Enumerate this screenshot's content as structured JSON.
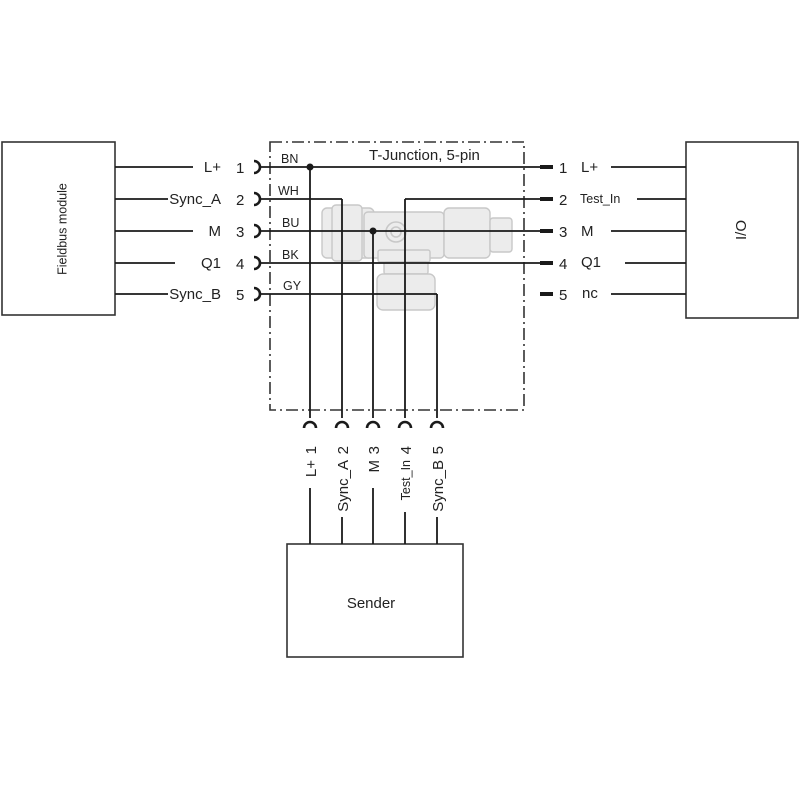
{
  "diagram": {
    "title": "T-Junction, 5-pin",
    "fieldbus_module": {
      "label": "Fieldbus module",
      "signals": [
        {
          "pin": "1",
          "signal": "L+",
          "wire_color": "BN"
        },
        {
          "pin": "2",
          "signal": "Sync_A",
          "wire_color": "WH"
        },
        {
          "pin": "3",
          "signal": "M",
          "wire_color": "BU"
        },
        {
          "pin": "4",
          "signal": "Q1",
          "wire_color": "BK"
        },
        {
          "pin": "5",
          "signal": "Sync_B",
          "wire_color": "GY"
        }
      ]
    },
    "io_device": {
      "label": "I/O",
      "signals": [
        {
          "pin": "1",
          "signal": "L+"
        },
        {
          "pin": "2",
          "signal": "Test_In"
        },
        {
          "pin": "3",
          "signal": "M"
        },
        {
          "pin": "4",
          "signal": "Q1"
        },
        {
          "pin": "5",
          "signal": "nc"
        }
      ]
    },
    "sender": {
      "label": "Sender",
      "signals": [
        {
          "pin": "1",
          "signal": "L+"
        },
        {
          "pin": "2",
          "signal": "Sync_A"
        },
        {
          "pin": "3",
          "signal": "M"
        },
        {
          "pin": "4",
          "signal": "Test_In"
        },
        {
          "pin": "5",
          "signal": "Sync_B"
        }
      ]
    }
  }
}
